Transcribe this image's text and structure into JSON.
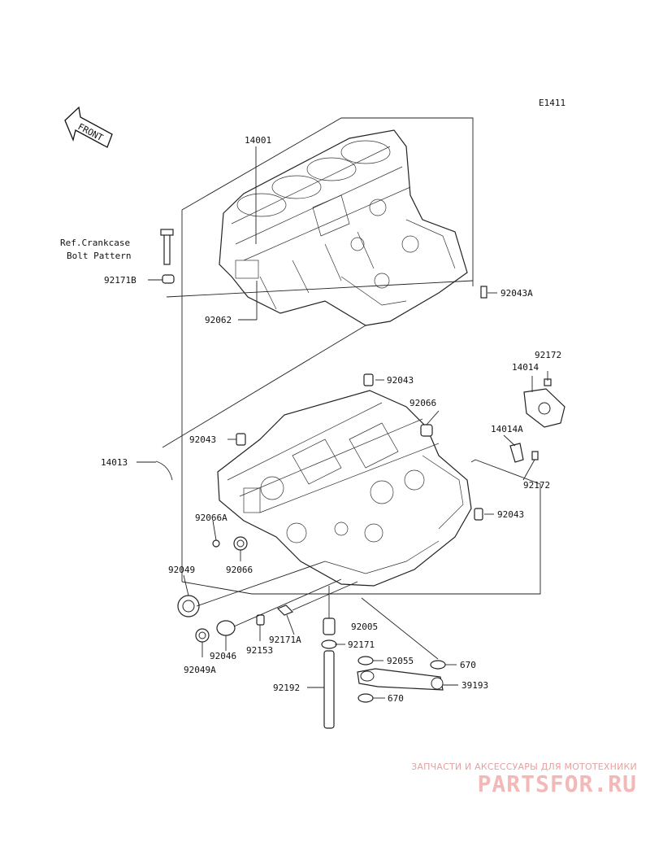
{
  "diagram": {
    "code": "E1411",
    "front_label": "FRONT",
    "ref_note": [
      "Ref.Crankcase",
      "Bolt Pattern"
    ],
    "labels": {
      "p14001": "14001",
      "p92171b": "92171B",
      "p92062": "92062",
      "p92043a": "92043A",
      "p92172_top": "92172",
      "p14014": "14014",
      "p92043_1": "92043",
      "p92066_1": "92066",
      "p14014a": "14014A",
      "p92043_2": "92043",
      "p14013": "14013",
      "p92172_bot": "92172",
      "p92066a": "92066A",
      "p92043_3": "92043",
      "p92066_2": "92066",
      "p92049": "92049",
      "p92005": "92005",
      "p92171": "92171",
      "p92171a": "92171A",
      "p92153": "92153",
      "p92046": "92046",
      "p92049a": "92049A",
      "p92055": "92055",
      "p670_1": "670",
      "p39193": "39193",
      "p670_2": "670",
      "p92192": "92192"
    }
  },
  "watermark": {
    "tagline": "ЗАПЧАСТИ И АКСЕССУАРЫ ДЛЯ МОТОТЕХНИКИ",
    "logo": "PARTSFOR.RU"
  }
}
